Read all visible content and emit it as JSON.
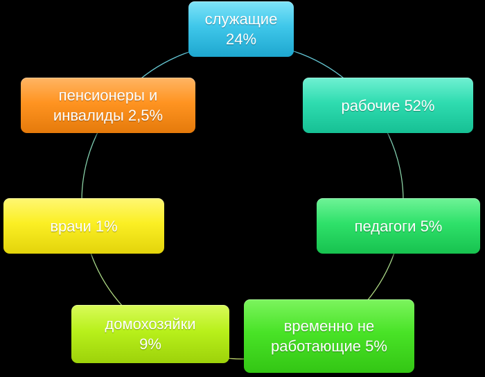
{
  "diagram": {
    "nodes": [
      {
        "id": "employees",
        "label": "служащие 24%",
        "line1": "служащие",
        "line2": "24%",
        "color": "#3fc7ea"
      },
      {
        "id": "workers",
        "label": "рабочие  52%",
        "line1": "рабочие  52%",
        "line2": "",
        "color": "#2fdcb0"
      },
      {
        "id": "teachers",
        "label": "педагоги  5%",
        "line1": "педагоги  5%",
        "line2": "",
        "color": "#2fe16a"
      },
      {
        "id": "unemployed",
        "label": "временно не работающие 5%",
        "line1": "временно не",
        "line2": "работающие 5%",
        "color": "#49e327"
      },
      {
        "id": "housewives",
        "label": "домохозяйки 9%",
        "line1": "домохозяйки",
        "line2": "9%",
        "color": "#b8f01b"
      },
      {
        "id": "doctors",
        "label": "врачи 1%",
        "line1": "врачи 1%",
        "line2": "",
        "color": "#fbef24"
      },
      {
        "id": "pensioners",
        "label": "пенсионеры и инвалиды 2,5%",
        "line1": "пенсионеры и",
        "line2": "инвалиды 2,5%",
        "color": "#ff9421"
      }
    ],
    "ring_color": "#8fd0c8"
  }
}
